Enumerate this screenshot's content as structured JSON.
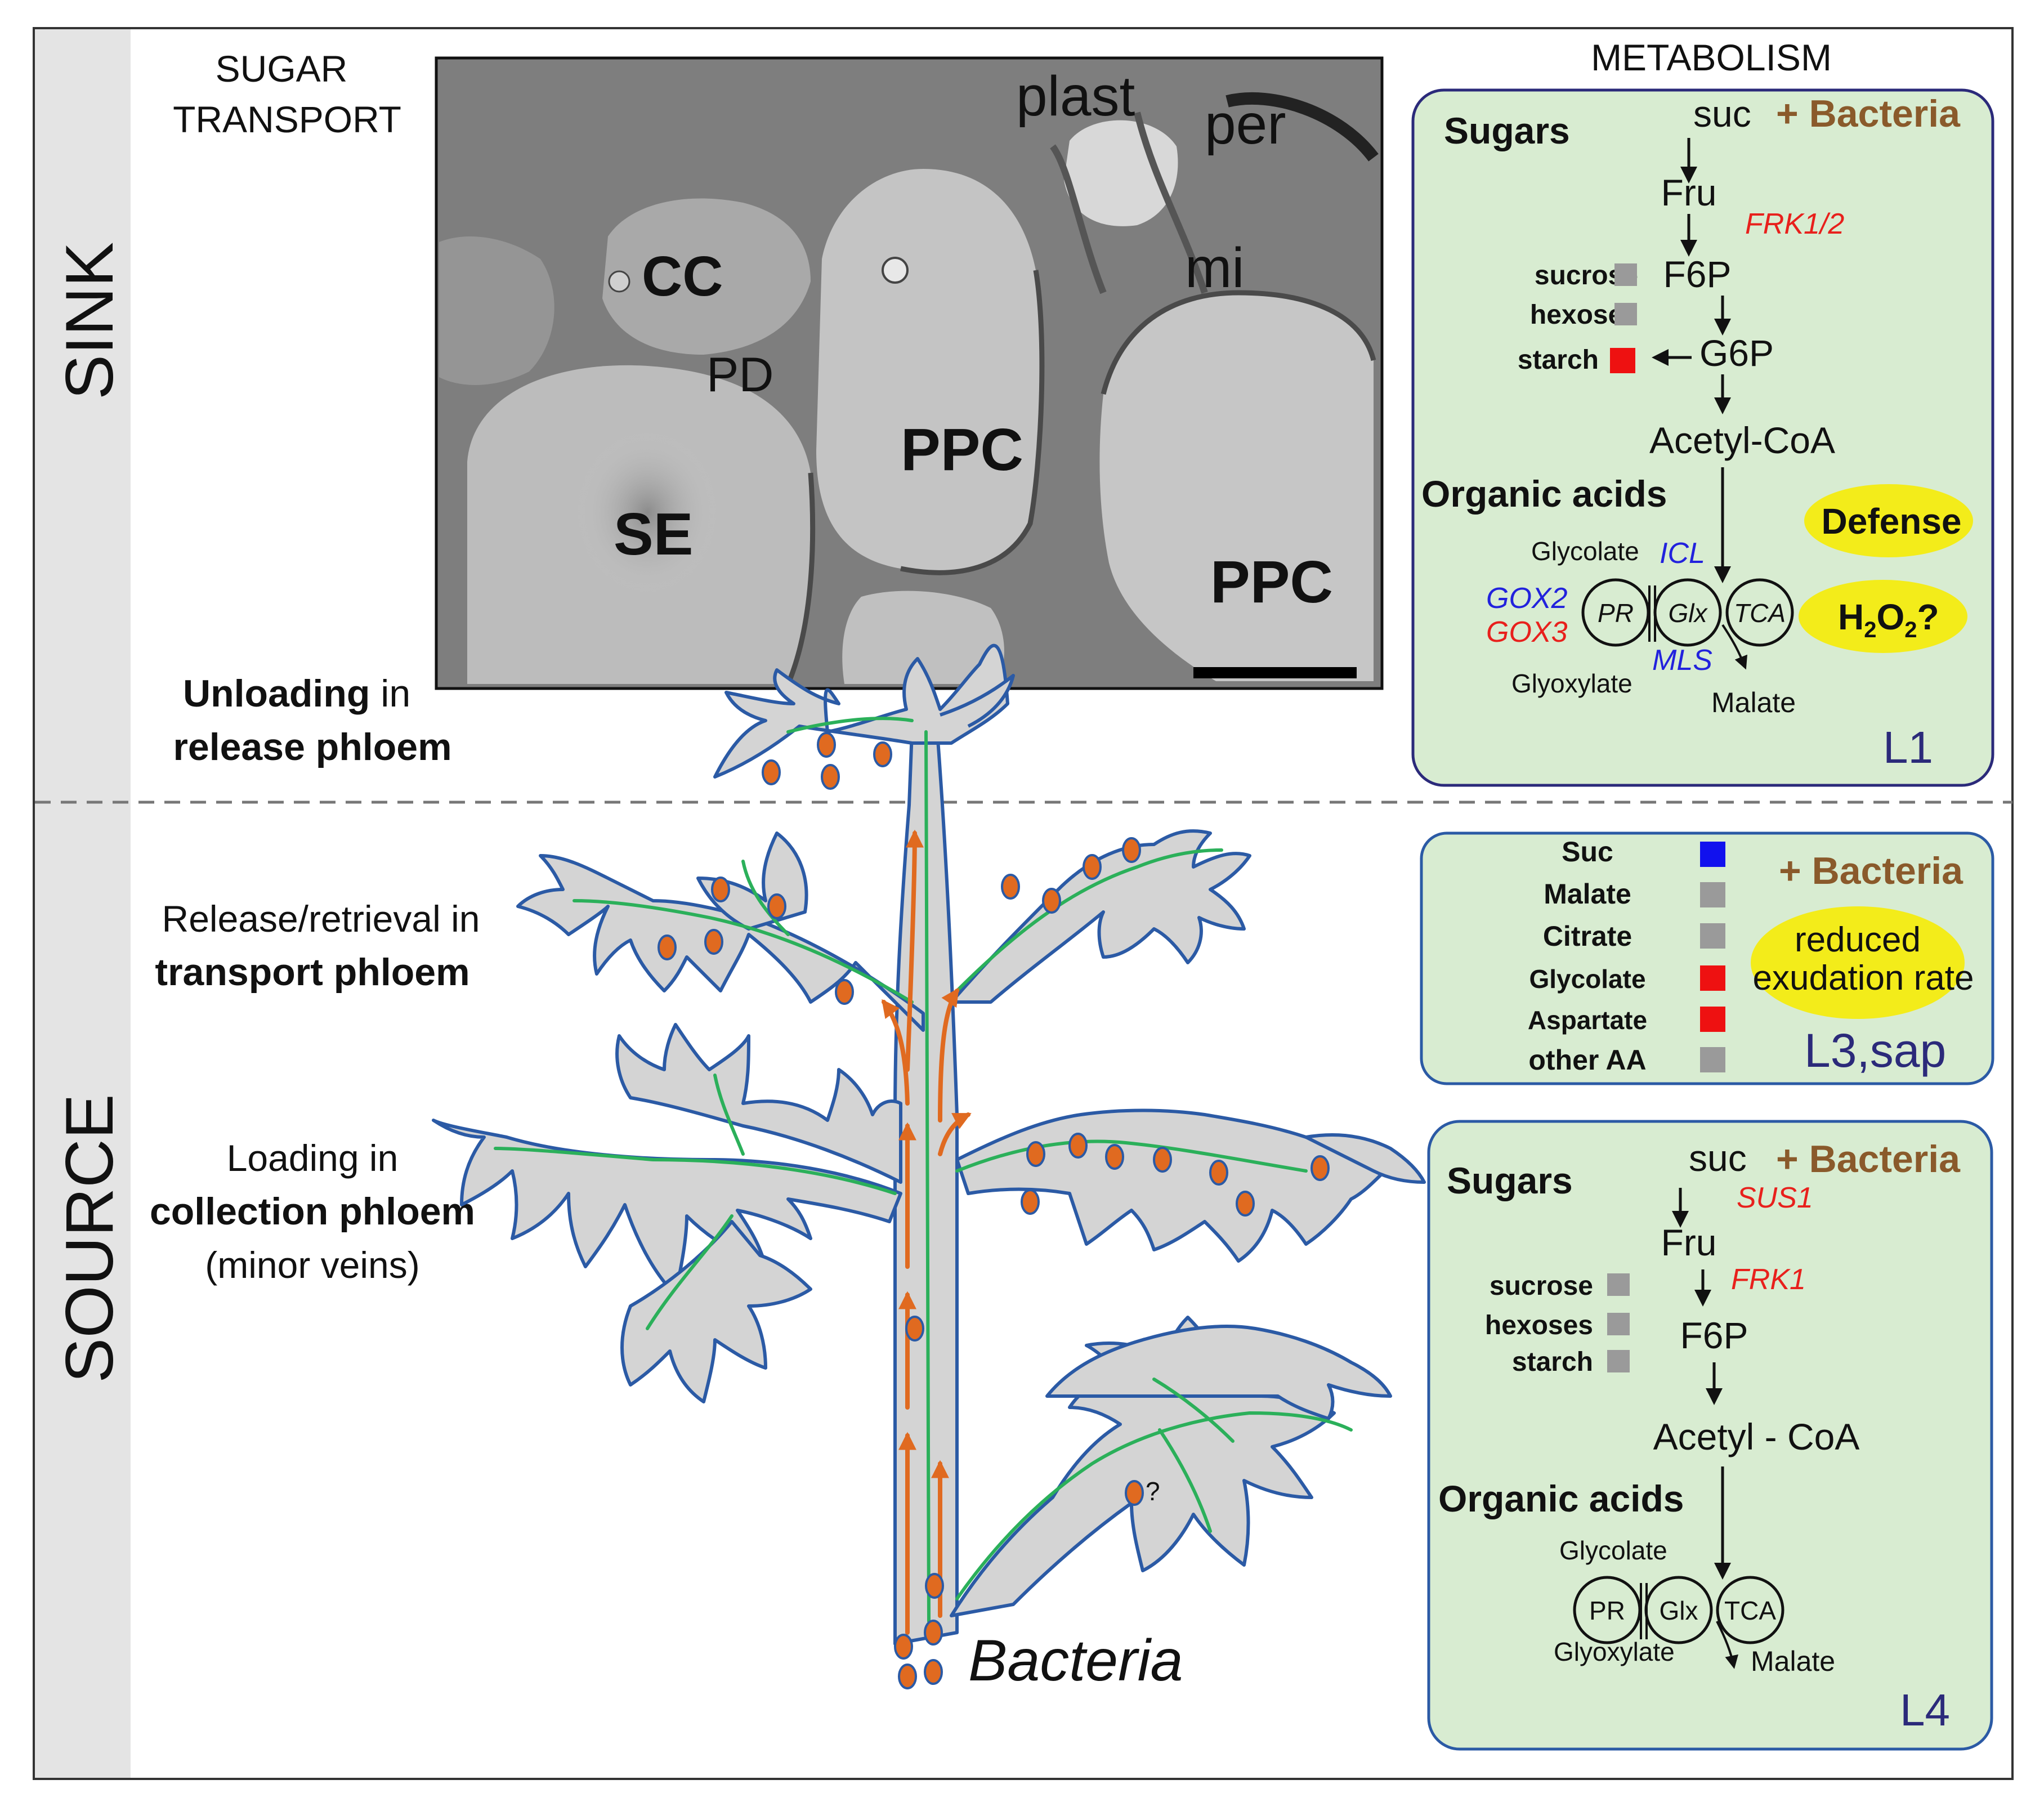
{
  "side": {
    "sink": "SINK",
    "source": "SOURCE"
  },
  "headers": {
    "sugar_transport": [
      "SUGAR",
      "TRANSPORT"
    ],
    "metabolism": "METABOLISM"
  },
  "micrograph": {
    "labels": {
      "cc": "CC",
      "pd": "PD",
      "se": "SE",
      "ppc1": "PPC",
      "ppc2": "PPC",
      "plast": "plast",
      "per": "per",
      "mi": "mi"
    }
  },
  "plant": {
    "unloading": {
      "bold": "Unloading",
      "rest": " in",
      "line2": "release phloem"
    },
    "release": {
      "line1": "Release/retrieval in",
      "line2": "transport phloem"
    },
    "loading": {
      "line1": "Loading in",
      "line2": "collection phloem",
      "line3": "(minor veins)"
    },
    "bacteria": "Bacteria",
    "question": "?"
  },
  "colors": {
    "panel_fill": "#d8ecd1",
    "panel_stroke": "#2b4a8a",
    "highlight": "#f3ec1a",
    "red_text": "#e8201c",
    "blue_text": "#2222dd",
    "brown": "#8a5a2b",
    "dot": "#e06a20",
    "vein": "#2bb05a",
    "leaf": "#d4d4d4",
    "leaf_edge": "#2b5aa5",
    "bar_gray": "#9a9a9a",
    "bar_red": "#ee1111",
    "bar_blue": "#1111ee"
  },
  "panel_l1": {
    "sugars": "Sugars",
    "suc": "suc",
    "bacteria": "+ Bacteria",
    "fru": "Fru",
    "frk": "FRK1/2",
    "f6p": "F6P",
    "g6p": "G6P",
    "acetyl": "Acetyl-CoA",
    "organic_acids": "Organic acids",
    "legend": [
      {
        "label": "sucrose",
        "level": "gray"
      },
      {
        "label": "hexoses",
        "level": "gray"
      },
      {
        "label": "starch",
        "level": "red"
      }
    ],
    "glycolate": "Glycolate",
    "icl": "ICL",
    "gox2": "GOX2",
    "gox3": "GOX3",
    "pr": "PR",
    "glx": "Glx",
    "tca": "TCA",
    "mls": "MLS",
    "glyoxylate": "Glyoxylate",
    "malate": "Malate",
    "defense": "Defense",
    "h2o2": {
      "h": "H",
      "sub1": "2",
      "o": "O",
      "sub2": "2",
      "q": "?"
    },
    "tag": "L1"
  },
  "panel_l3": {
    "bacteria": "+ Bacteria",
    "items": [
      {
        "label": "Suc",
        "level": "blue"
      },
      {
        "label": "Malate",
        "level": "gray"
      },
      {
        "label": "Citrate",
        "level": "gray"
      },
      {
        "label": "Glycolate",
        "level": "red"
      },
      {
        "label": "Aspartate",
        "level": "red"
      },
      {
        "label": "other AA",
        "level": "gray"
      }
    ],
    "note": [
      "reduced",
      "exudation rate"
    ],
    "tag": "L3,sap"
  },
  "panel_l4": {
    "sugars": "Sugars",
    "suc": "suc",
    "bacteria": "+ Bacteria",
    "sus": "SUS1",
    "fru": "Fru",
    "frk": "FRK1",
    "f6p": "F6P",
    "acetyl": "Acetyl - CoA",
    "organic_acids": "Organic acids",
    "legend": [
      {
        "label": "sucrose",
        "level": "gray"
      },
      {
        "label": "hexoses",
        "level": "gray"
      },
      {
        "label": "starch",
        "level": "gray"
      }
    ],
    "glycolate": "Glycolate",
    "pr": "PR",
    "glx": "Glx",
    "tca": "TCA",
    "glyoxylate": "Glyoxylate",
    "malate": "Malate",
    "tag": "L4"
  }
}
